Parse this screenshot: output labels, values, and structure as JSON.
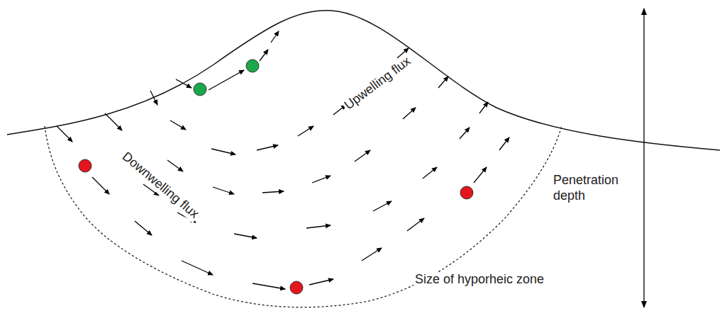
{
  "diagram": {
    "labels": [
      "Upwelling flux",
      "Downwelling flux",
      "Penetration depth",
      "Size of hyporheic zone"
    ]
  }
}
